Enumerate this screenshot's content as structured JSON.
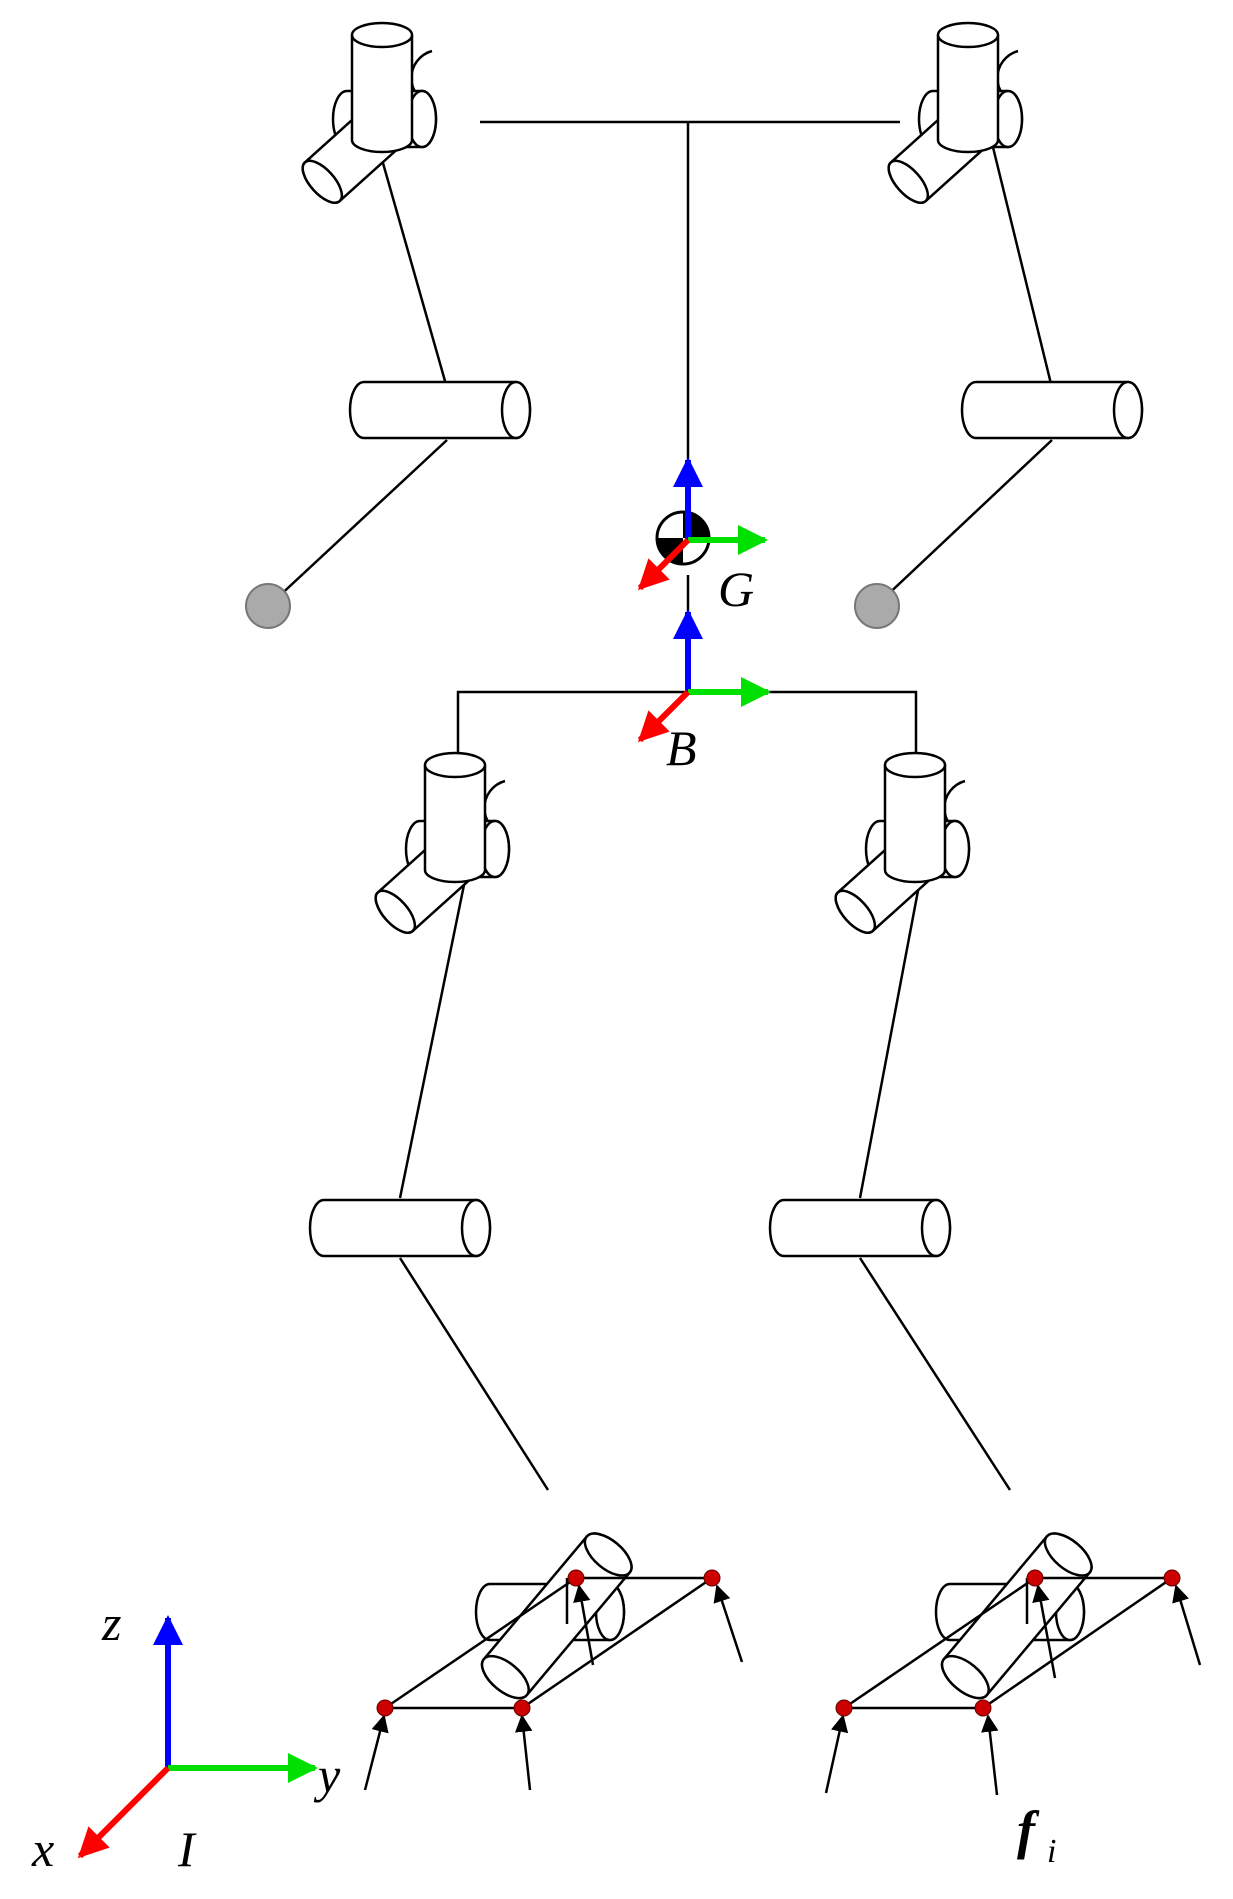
{
  "labels": {
    "com_frame": "G",
    "base_frame": "B",
    "inertial_frame": "I",
    "x_axis": "x",
    "y_axis": "y",
    "z_axis": "z",
    "contact_force_symbol": "f",
    "contact_force_index": "i"
  },
  "colors": {
    "x_axis": "#ff0000",
    "y_axis": "#00e000",
    "z_axis": "#0000ff",
    "contact_point": "#cc0000",
    "hand": "#aaaaaa",
    "line": "#000000"
  }
}
